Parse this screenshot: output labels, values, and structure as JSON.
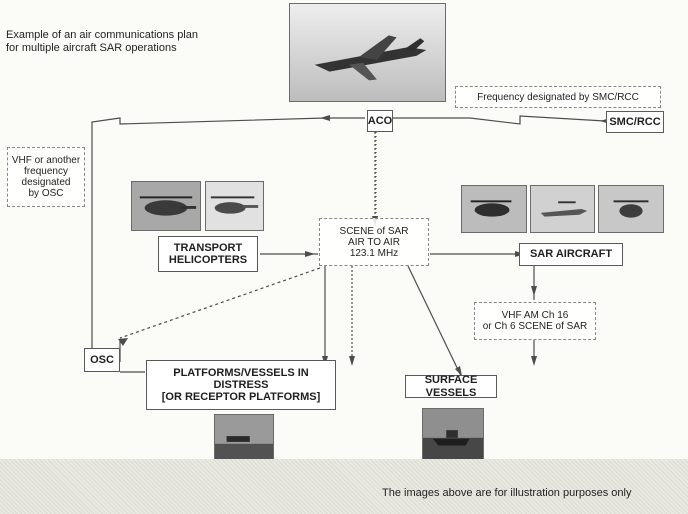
{
  "title": {
    "line1": "Example of an air communications plan",
    "line2": "for multiple aircraft SAR operations"
  },
  "labels": {
    "frequency_smc": "Frequency designated by SMC/RCC",
    "aco": "ACO",
    "smc_rcc": "SMC/RCC",
    "vhf_osc_line1": "VHF or another",
    "vhf_osc_line2": "frequency",
    "vhf_osc_line3": "designated",
    "vhf_osc_line4": "by OSC",
    "transport_line1": "TRANSPORT",
    "transport_line2": "HELICOPTERS",
    "scene_line1": "SCENE of SAR",
    "scene_line2": "AIR TO AIR",
    "scene_line3": "123.1 MHz",
    "sar_aircraft": "SAR AIRCRAFT",
    "vhf_am_line1": "VHF AM Ch 16",
    "vhf_am_line2": "or Ch 6 SCENE of SAR",
    "osc": "OSC",
    "platforms_line1": "PLATFORMS/VESSELS IN",
    "platforms_line2": "DISTRESS",
    "platforms_line3": "[OR RECEPTOR PLATFORMS]",
    "surface_vessels": "SURFACE VESSELS"
  },
  "footer": {
    "note": "The images above are for illustration purposes only"
  },
  "images": [
    {
      "name": "aircraft-photo-icon"
    },
    {
      "name": "transport-helicopter-photo-icon"
    },
    {
      "name": "sar-aircraft-photo-icon"
    },
    {
      "name": "platform-vessel-photo-icon"
    },
    {
      "name": "surface-vessel-photo-icon"
    }
  ]
}
